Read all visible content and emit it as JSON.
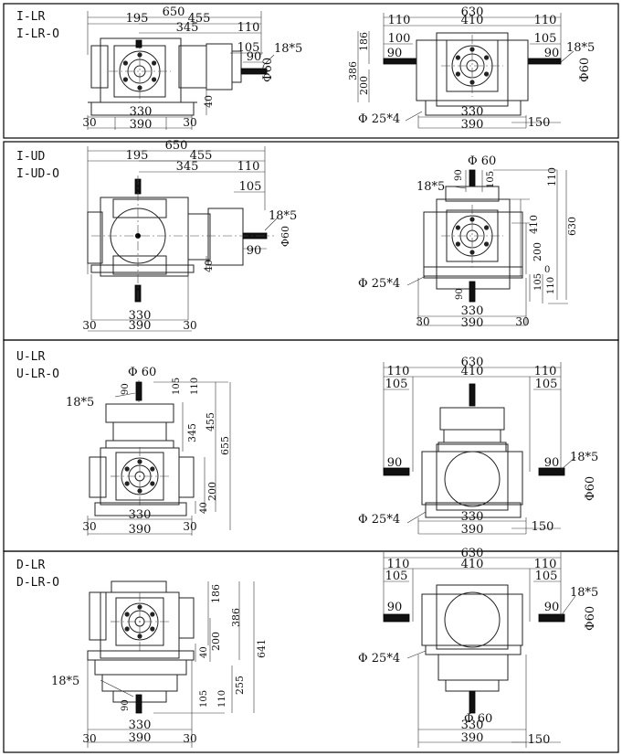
{
  "panels": [
    {
      "id": "p1",
      "labels": [
        "I-LR",
        "I-LR-O"
      ],
      "left": {
        "view": "A",
        "dims": {
          "d1": "650",
          "d2": "195",
          "d3": "455",
          "d4": "345",
          "d5": "110",
          "d6": "105",
          "d7": "90",
          "d8": "18*5",
          "d9": "Φ60",
          "d10": "40",
          "d11": "330",
          "d12": "390",
          "d13": "30",
          "d14": "30"
        }
      },
      "right": {
        "view": "B",
        "dims": {
          "d1": "630",
          "d2": "110",
          "d3": "410",
          "d4": "110",
          "d5": "186",
          "d6": "100",
          "d7": "105",
          "d8": "90",
          "d9": "90",
          "d10": "18*5",
          "d11": "Φ60",
          "d12": "386",
          "d13": "200",
          "d14": "Φ 25*4",
          "d15": "330",
          "d16": "390",
          "d17": "150"
        }
      }
    },
    {
      "id": "p2",
      "labels": [
        "I-UD",
        "I-UD-O"
      ],
      "left": {
        "view": "C",
        "dims": {
          "d1": "650",
          "d2": "195",
          "d3": "455",
          "d4": "345",
          "d5": "110",
          "d6": "105",
          "d7": "18*5",
          "d8": "Φ60",
          "d9": "90",
          "d10": "40",
          "d11": "330",
          "d12": "390",
          "d13": "30",
          "d14": "30"
        }
      },
      "right": {
        "view": "D",
        "dims": {
          "d1": "Φ 60",
          "d2": "18*5",
          "d3": "90",
          "d4": "105",
          "d5": "110",
          "d6": "410",
          "d7": "630",
          "d8": "200",
          "d9": "0",
          "d10": "Φ 25*4",
          "d11": "90",
          "d12": "105",
          "d13": "110",
          "d14": "330",
          "d15": "390",
          "d16": "30",
          "d17": "30"
        }
      }
    },
    {
      "id": "p3",
      "labels": [
        "U-LR",
        "U-LR-O"
      ],
      "left": {
        "view": "E",
        "dims": {
          "d1": "Φ 60",
          "d2": "18*5",
          "d3": "90",
          "d4": "105",
          "d5": "110",
          "d6": "345",
          "d7": "455",
          "d8": "655",
          "d9": "200",
          "d10": "40",
          "d11": "330",
          "d12": "390",
          "d13": "30",
          "d14": "30"
        }
      },
      "right": {
        "view": "F",
        "dims": {
          "d1": "630",
          "d2": "110",
          "d3": "410",
          "d4": "110",
          "d5": "105",
          "d6": "105",
          "d7": "90",
          "d8": "90",
          "d9": "18*5",
          "d10": "Φ60",
          "d11": "Φ 25*4",
          "d12": "330",
          "d13": "390",
          "d14": "150"
        }
      }
    },
    {
      "id": "p4",
      "labels": [
        "D-LR",
        "D-LR-O"
      ],
      "left": {
        "view": "G",
        "dims": {
          "d1": "186",
          "d2": "386",
          "d3": "200",
          "d4": "40",
          "d5": "641",
          "d6": "255",
          "d7": "18*5",
          "d8": "90",
          "d9": "105",
          "d10": "110",
          "d11": "330",
          "d12": "390",
          "d13": "30",
          "d14": "30"
        }
      },
      "right": {
        "view": "H",
        "dims": {
          "d1": "630",
          "d2": "110",
          "d3": "410",
          "d4": "110",
          "d5": "105",
          "d6": "105",
          "d7": "90",
          "d8": "90",
          "d9": "18*5",
          "d10": "Φ60",
          "d11": "Φ 25*4",
          "d12": "Φ 60",
          "d13": "330",
          "d14": "390",
          "d15": "150"
        }
      }
    }
  ]
}
